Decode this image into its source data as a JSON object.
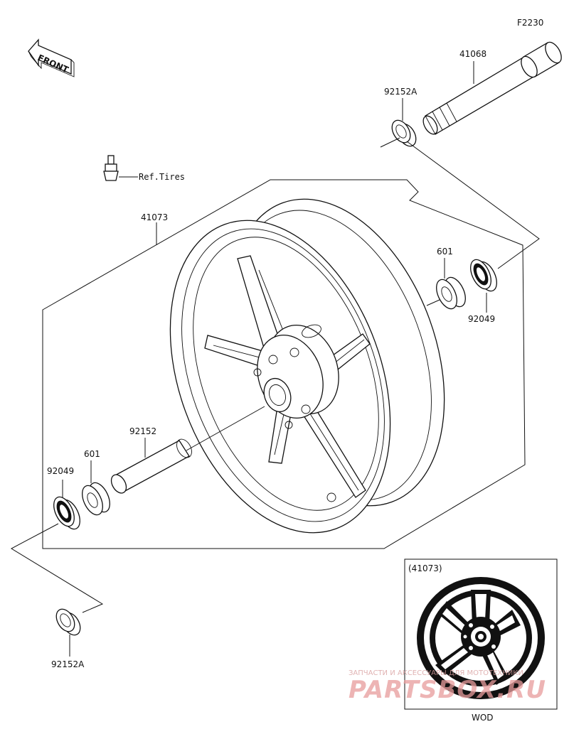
{
  "diagram_code": "F2230",
  "front_arrow_text": "FRONT",
  "ref_tires": "Ref.Tires",
  "parts": {
    "axle": "41068",
    "collar_top": "92152A",
    "wheel": "41073",
    "bearing_right": "601",
    "seal_right": "92049",
    "spacer": "92152",
    "bearing_left": "601",
    "seal_left": "92049",
    "collar_bottom": "92152A"
  },
  "inset": {
    "part_ref": "(41073)",
    "caption": "WOD"
  },
  "watermark": {
    "small": "ЗАПЧАСТИ И АКСЕССУАРЫ ДЛЯ МОТОТЕХНИКИ",
    "big": "PARTSBOX.RU"
  }
}
